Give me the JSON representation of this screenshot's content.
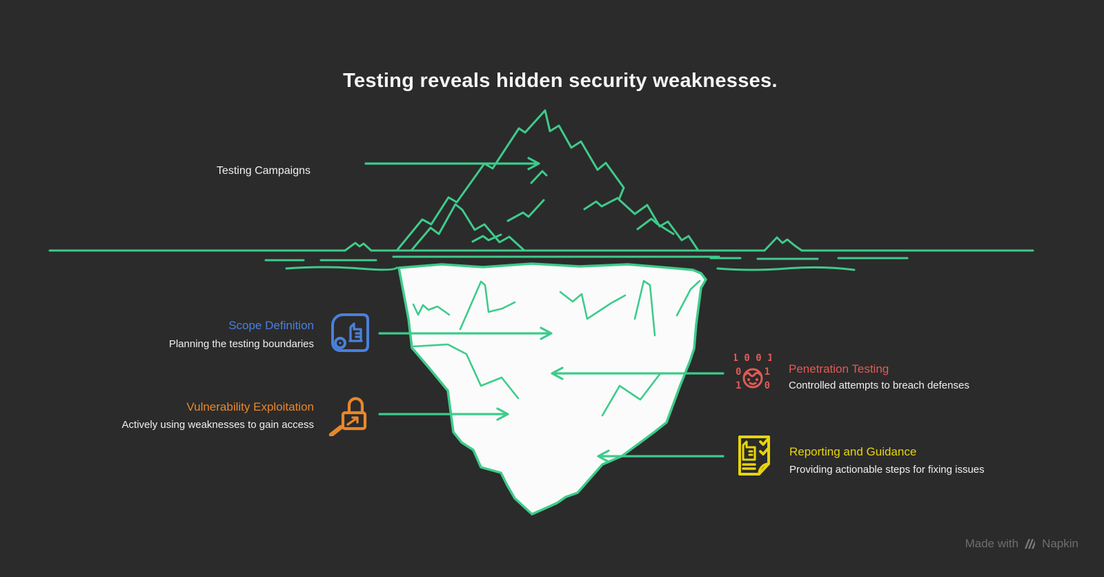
{
  "title": "Testing reveals hidden security weaknesses.",
  "surface_label": "Testing Campaigns",
  "annotations": {
    "scope": {
      "title": "Scope Definition",
      "description": "Planning the testing boundaries",
      "color": "#4A80DB",
      "icon": "blueprint-icon"
    },
    "vulnerability": {
      "title": "Vulnerability Exploitation",
      "description": "Actively using weaknesses to gain access",
      "color": "#E8872C",
      "icon": "lock-magnifier-icon"
    },
    "penetration": {
      "title": "Penetration Testing",
      "description": "Controlled attempts to breach defenses",
      "color": "#E25B54",
      "icon": "binary-hacker-icon",
      "icon_digits": {
        "top": "1 0 0 1",
        "mid_left": "0",
        "mid_right": "1",
        "bottom_left": "1",
        "bottom_right": "0"
      }
    },
    "reporting": {
      "title": "Reporting and Guidance",
      "description": "Providing actionable steps for fixing issues",
      "color": "#E7D40D",
      "icon": "report-checklist-icon"
    }
  },
  "watermark": {
    "made_with": "Made with",
    "brand": "Napkin"
  },
  "colors": {
    "background": "#2b2b2b",
    "stroke_green": "#3ECB8B",
    "iceberg_fill": "#FBFBFB",
    "text_primary": "#f0f0f0",
    "blue": "#4A80DB",
    "orange": "#E8872C",
    "red": "#E25B54",
    "yellow": "#E7D40D",
    "watermark_gray": "#6e6e6e"
  }
}
